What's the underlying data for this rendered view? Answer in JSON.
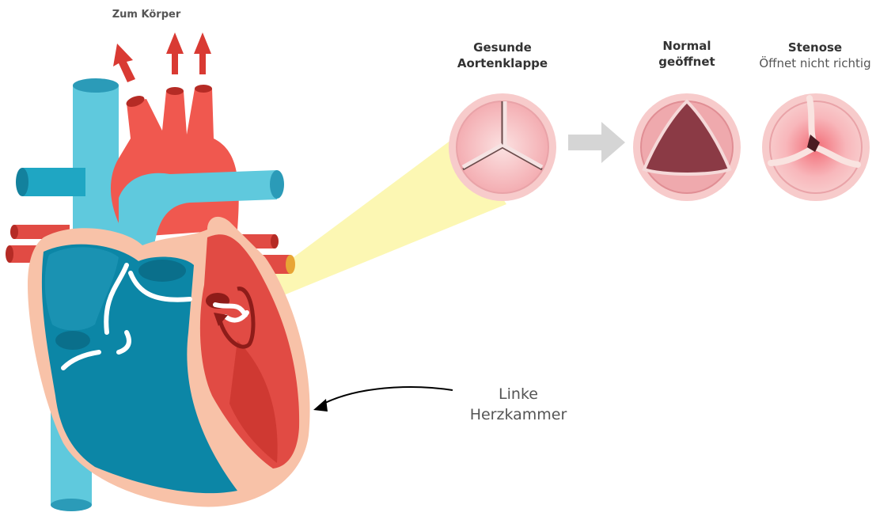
{
  "labels": {
    "zum_koerper": "Zum Körper",
    "gesunde_aortenklappe": [
      "Gesunde",
      "Aortenklappe"
    ],
    "normal_geoeffnet": [
      "Normal",
      "geöffnet"
    ],
    "stenose_title": "Stenose",
    "stenose_sub": "Öffnet nicht richtig",
    "linke_herzkammer": [
      "Linke",
      "Herzkammer"
    ]
  },
  "colors": {
    "vein_blue": "#5FC9DD",
    "vein_dark": "#1E93B2",
    "chamber_blue": "#0C86A6",
    "artery_red": "#F0584F",
    "dark_red": "#B52B25",
    "wall_peach": "#F8C2A8",
    "valve_pink": "#F9C9C9",
    "spotlight_yellow": "#FBF6A6",
    "arrow_grey": "#D5D5D5"
  }
}
